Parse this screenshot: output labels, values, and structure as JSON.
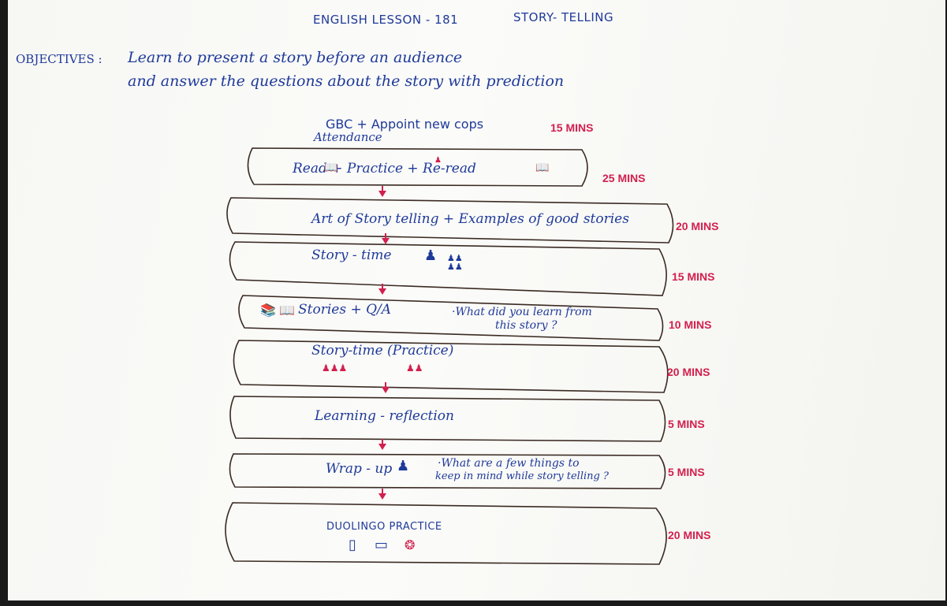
{
  "header": {
    "lesson": "ENGLISH LESSON - 181",
    "topic": "STORY- TELLING"
  },
  "objectives": {
    "label": "OBJECTIVES :",
    "line1": "Learn to present a story before an audience",
    "line2": "and answer the questions about the story with prediction"
  },
  "intro": {
    "line1": "GBC + Appoint new cops",
    "line2": "Attendance",
    "minutes": "15 MINS"
  },
  "steps": [
    {
      "text": "Read + Practice + Re-read",
      "minutes": "25 MINS"
    },
    {
      "text": "Art of Story telling + Examples of good stories",
      "minutes": "20 MINS"
    },
    {
      "text": "Story - time",
      "minutes": "15 MINS"
    },
    {
      "text": "Stories + Q/A",
      "note1": "·What did you learn from",
      "note2": "this story ?",
      "minutes": "10 MINS"
    },
    {
      "text": "Story-time (Practice)",
      "minutes": "20 MINS"
    },
    {
      "text": "Learning - reflection",
      "minutes": "5 MINS"
    },
    {
      "text": "Wrap - up",
      "note1": "·What are a few things to",
      "note2": "keep in mind while story telling ?",
      "minutes": "5 MINS"
    },
    {
      "text": "DUOLINGO PRACTICE",
      "minutes": "20 MINS"
    }
  ],
  "colors": {
    "blue_ink": "#1f3a9a",
    "red_ink": "#d21f4d",
    "paper": "#f7f7f4"
  }
}
